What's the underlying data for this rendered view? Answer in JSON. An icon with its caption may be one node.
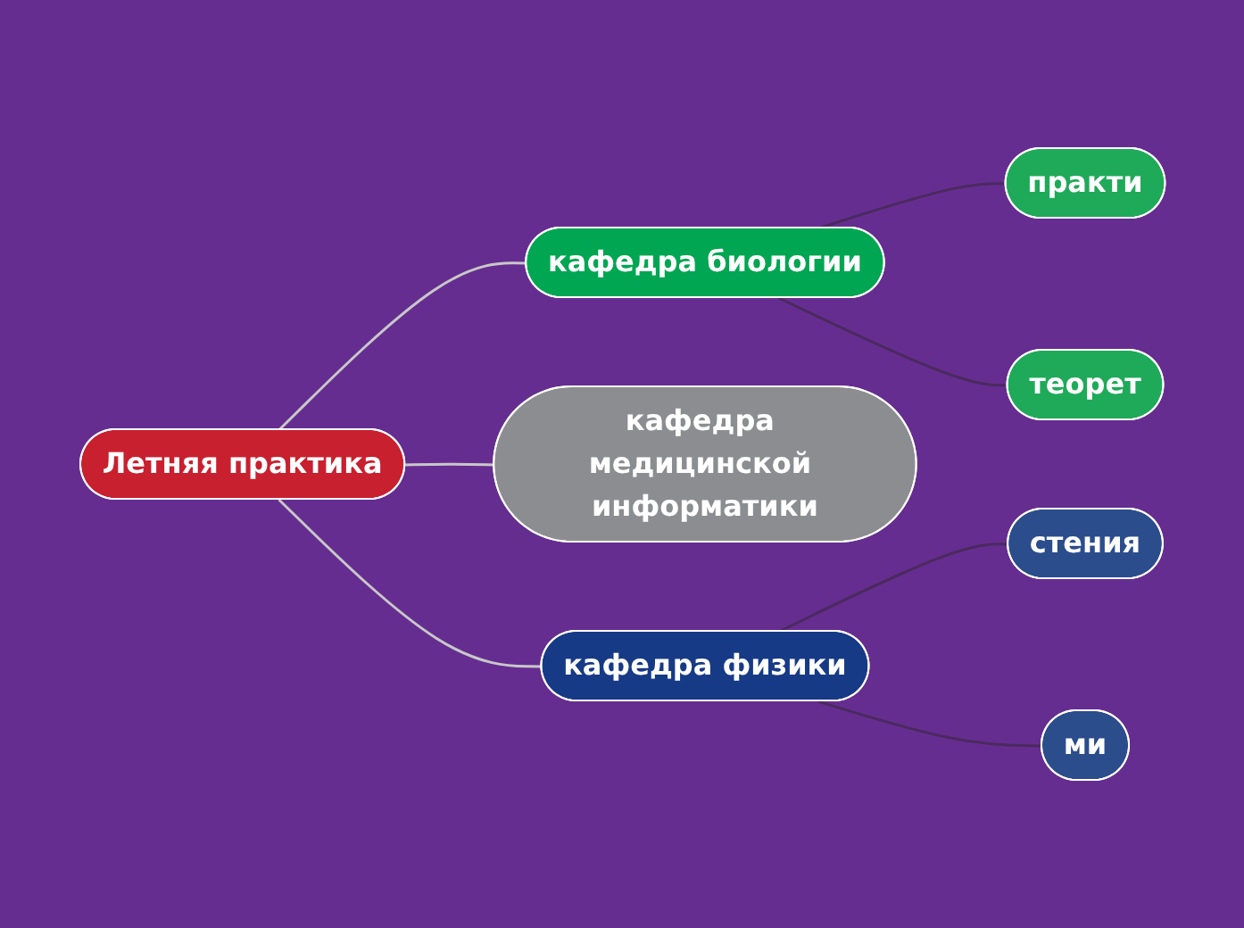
{
  "diagram": {
    "nodes": [
      {
        "text": [
          "Летняя практика"
        ]
      },
      {
        "text": [
          "кафедра биологии"
        ]
      },
      {
        "text": [
          "практи"
        ]
      },
      {
        "text": [
          "теорет"
        ]
      },
      {
        "text": [
          "кафедра медицинской информатики"
        ]
      },
      {
        "text": [
          "кафедра физики"
        ]
      },
      {
        "text": [
          "стения"
        ]
      },
      {
        "text": [
          "ми"
        ]
      }
    ],
    "edges": [
      {
        "from": 0,
        "to": 1,
        "arrow": "none",
        "color": "#c8c8c8"
      },
      {
        "from": 1,
        "to": 2,
        "arrow": "none"
      },
      {
        "from": 1,
        "to": 3,
        "arrow": "none"
      },
      {
        "from": 0,
        "to": 4,
        "arrow": "none",
        "color": "#c8c8c8"
      },
      {
        "from": 0,
        "to": 5,
        "arrow": "none",
        "color": "#c8c8c8"
      },
      {
        "from": 5,
        "to": 6,
        "arrow": "none"
      },
      {
        "from": 5,
        "to": 7,
        "arrow": "none"
      }
    ]
  }
}
